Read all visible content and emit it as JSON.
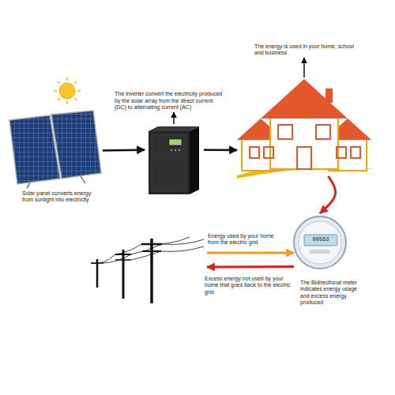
{
  "diagram": {
    "nodes": [
      {
        "text": [
          "Solar panel converts energy from sunlight into electricity"
        ]
      },
      {
        "text": [
          "The inverter convert the electricity produced by the solar array from the direct current (DC) to alternating current (AC)"
        ]
      },
      {
        "text": [
          "The energy is used in your home, school and business"
        ]
      },
      {
        "text": [
          "The Bidirectional meter indicates energy usage and excess energy produced"
        ]
      },
      {
        "text": []
      }
    ],
    "edges": [
      {
        "from": 0,
        "to": 1,
        "arrow": "to"
      },
      {
        "from": 1,
        "to": 2,
        "arrow": "to"
      },
      {
        "from": 2,
        "to": 3,
        "arrow": "to"
      },
      {
        "from": 4,
        "to": 3,
        "label": "Energy used by your home from the electric grid",
        "arrow": "to"
      },
      {
        "from": 3,
        "to": 4,
        "label": "Excess energy not used by your home that goes back to the electric grid",
        "arrow": "to"
      }
    ],
    "labels": [
      "00563"
    ]
  }
}
